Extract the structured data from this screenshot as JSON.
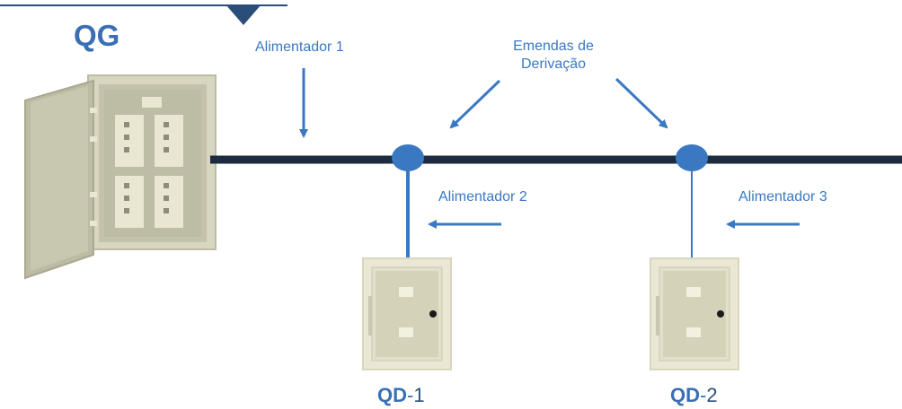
{
  "main_panel": {
    "title": "QG"
  },
  "feeders": [
    {
      "label": "Alimentador 1"
    },
    {
      "label": "Alimentador 2"
    },
    {
      "label": "Alimentador 3"
    }
  ],
  "splices": {
    "line1": "Emendas de",
    "line2": "Derivação"
  },
  "sub_panels": [
    {
      "prefix": "QD",
      "sep": "-",
      "number": "1"
    },
    {
      "prefix": "QD",
      "sep": "-",
      "number": "2"
    }
  ],
  "colors": {
    "accent_blue": "#3a78c2",
    "bus_line": "#1d2b3f",
    "panel_gray": "#bdbca4",
    "panel_light": "#ebe9d6"
  }
}
